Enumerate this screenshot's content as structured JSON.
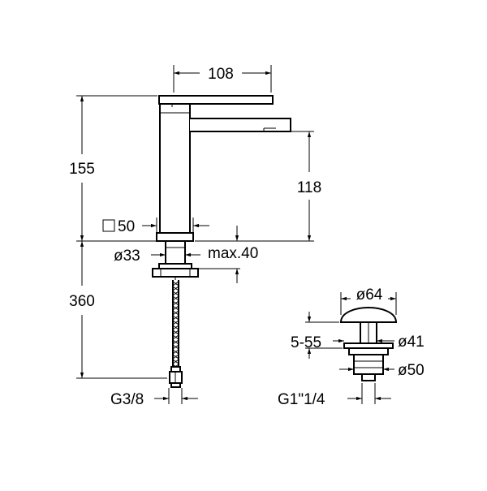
{
  "dimensions": {
    "spout_reach": "108",
    "total_height": "155",
    "spout_height": "118",
    "base_square": "50",
    "hole_diameter": "ø33",
    "max_deck": "max.40",
    "hose_length": "360",
    "hose_thread": "G3/8",
    "waste_cap": "ø64",
    "waste_deck_range": "5-55",
    "waste_body": "ø41",
    "waste_flange": "ø50",
    "waste_thread": "G1\"1/4"
  }
}
